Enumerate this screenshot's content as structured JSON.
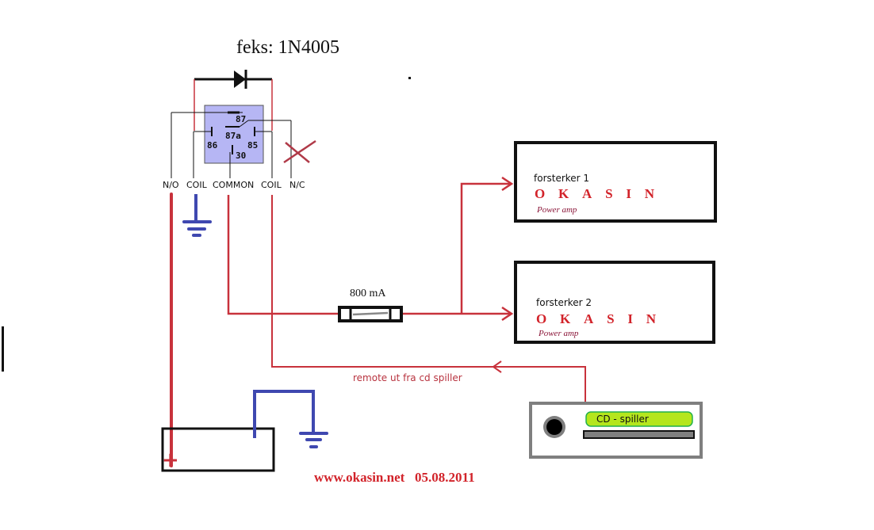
{
  "diagram": {
    "title": "Relay wiring for amplifier remote turn-on",
    "diode_label": "feks: 1N4005",
    "relay": {
      "pins": {
        "p87": "87",
        "p87a": "87a",
        "p86": "86",
        "p85": "85",
        "p30": "30"
      },
      "terminal_labels": [
        "N/O",
        "COIL",
        "COMMON",
        "COIL",
        "N/C"
      ]
    },
    "fuse_label": "800 mA",
    "amplifiers": [
      {
        "name": "forsterker 1",
        "brand": "OKASIN",
        "subtitle": "Power amp"
      },
      {
        "name": "forsterker 2",
        "brand": "OKASIN",
        "subtitle": "Power amp"
      }
    ],
    "remote_label": "remote ut fra cd spiller",
    "cd_player_label": "CD - spiller",
    "battery_plus": "+",
    "footer": "www.okasin.net   05.08.2011",
    "colors": {
      "wire_red": "#c8323c",
      "ground_blue": "#3f48b0",
      "relay_fill": "#b6b6f4",
      "cd_display": "#b5e61d",
      "cd_frame": "#7f7f7f",
      "brand_red": "#d2232a",
      "subtitle": "#8a1538",
      "nc_cross": "#b03a48"
    }
  }
}
